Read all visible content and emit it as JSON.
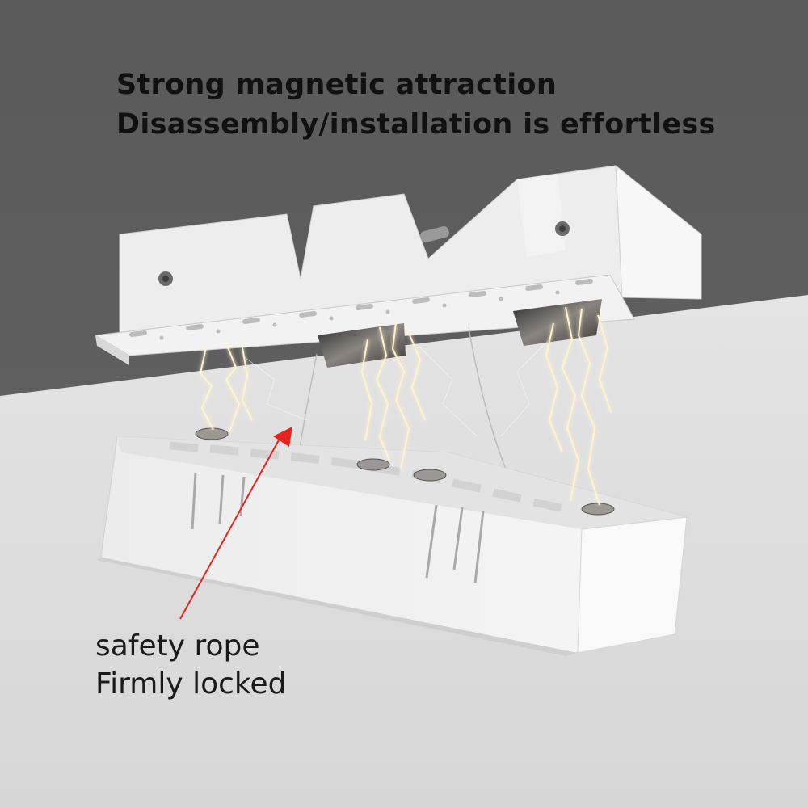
{
  "headline": {
    "line1": "Strong magnetic attraction",
    "line2": "Disassembly/installation is effortless"
  },
  "annotation": {
    "line1": "safety rope",
    "line2": "Firmly locked",
    "arrow_color": "#e8231f"
  },
  "colors": {
    "wall": "#5d5d5d",
    "ceiling": "#dcdcdc",
    "fixture": "#f1f1f1",
    "spark": "#fff4d8"
  }
}
